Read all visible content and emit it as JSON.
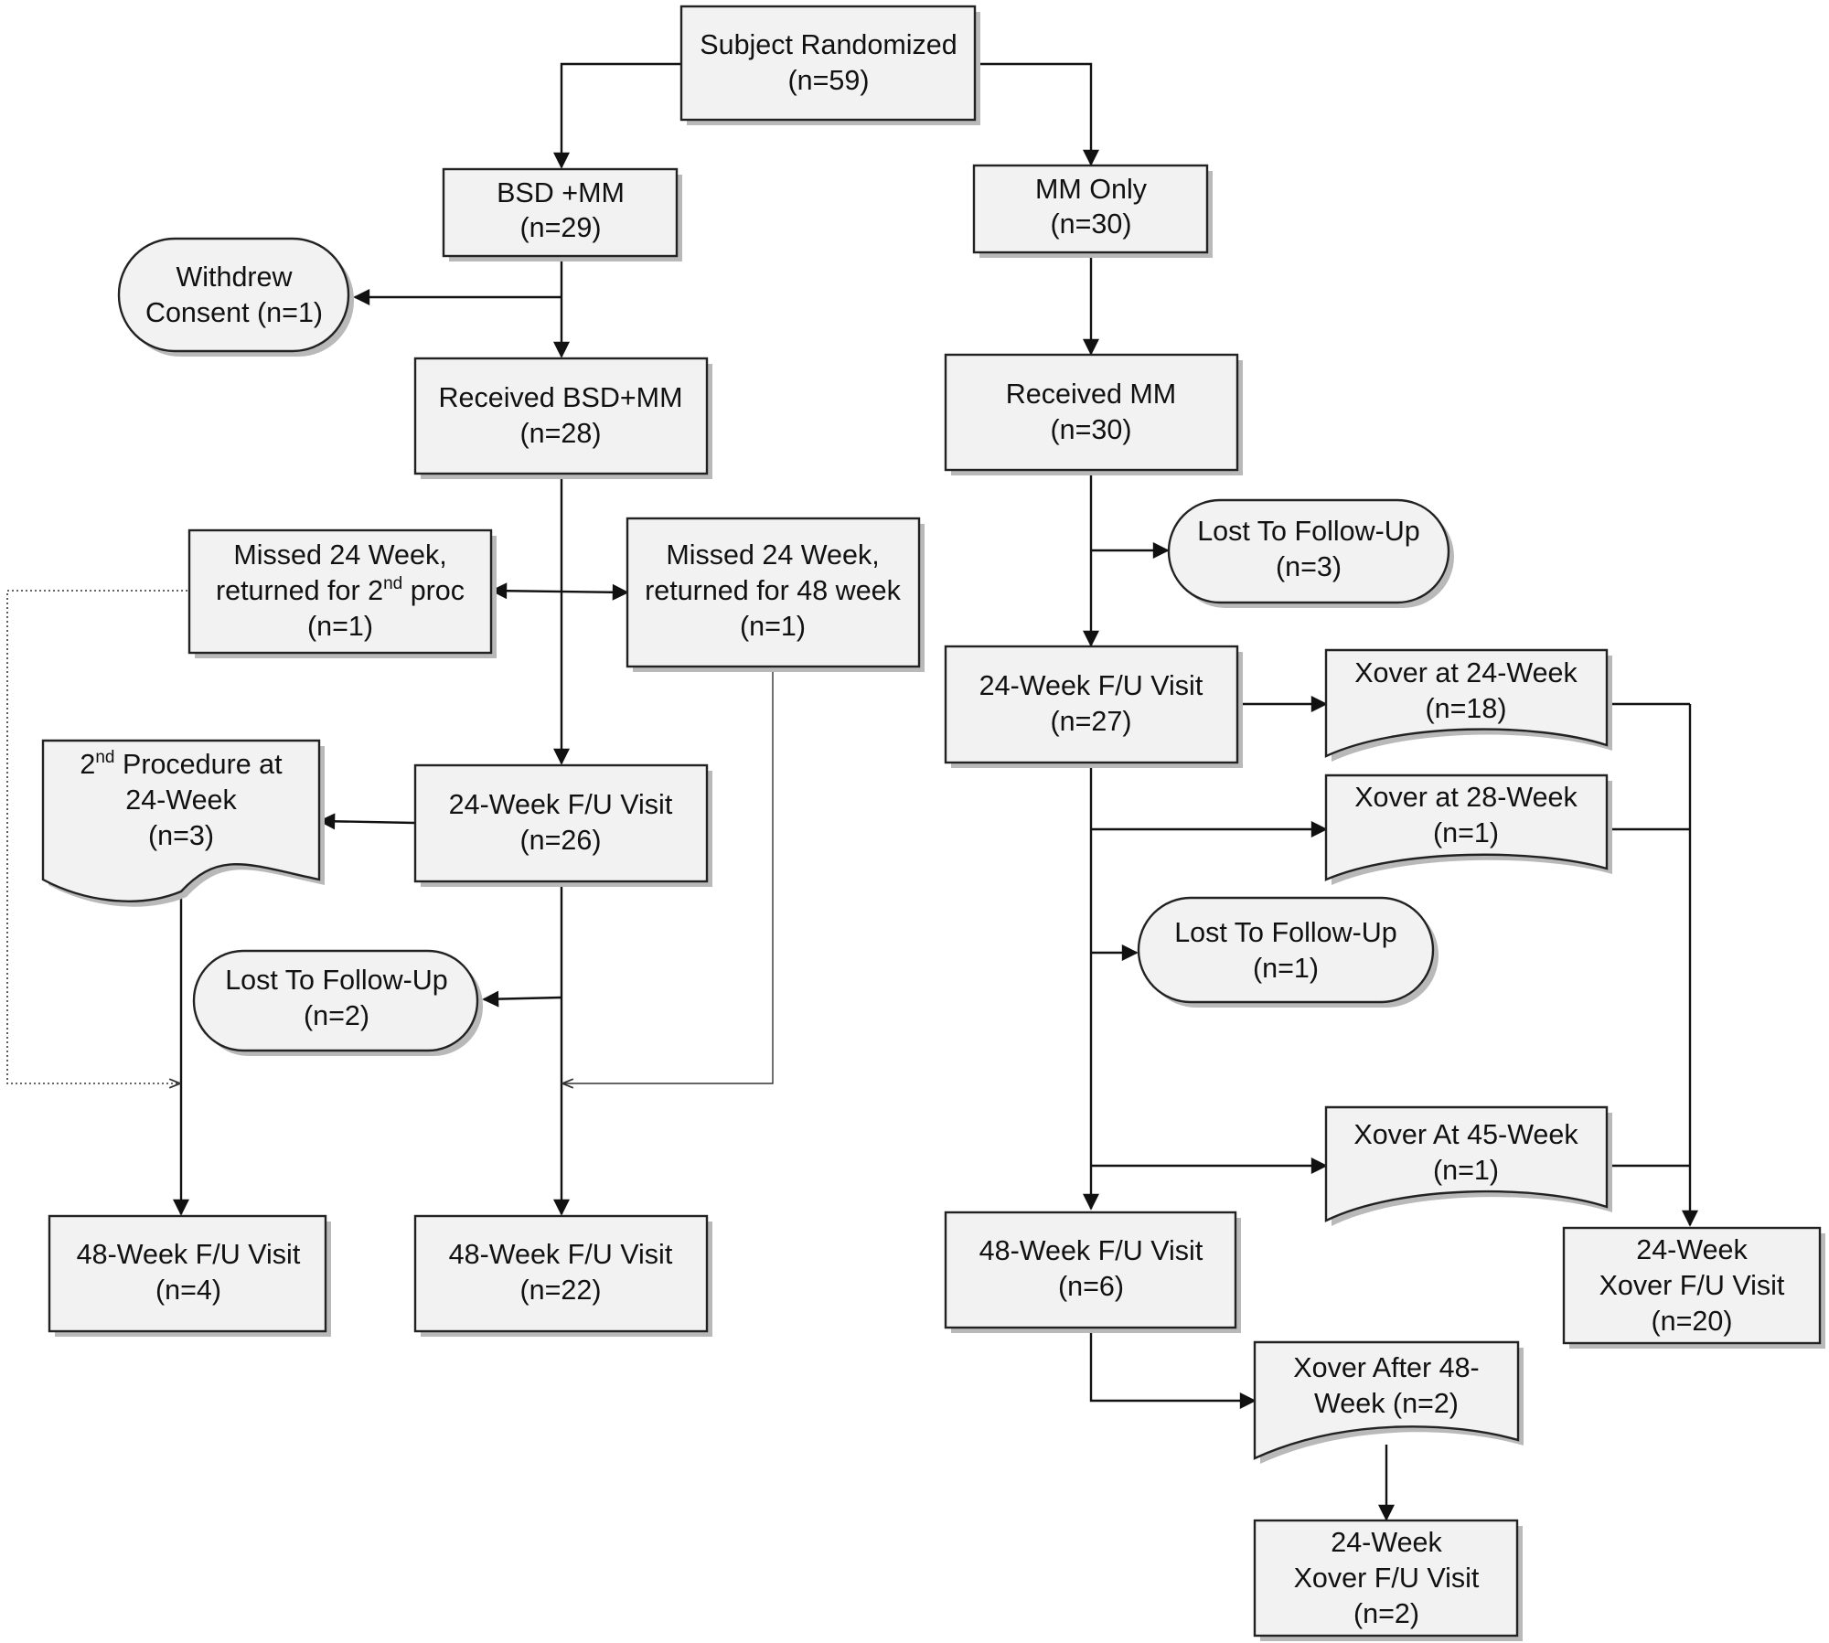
{
  "nodes": {
    "randomized": {
      "line1": "Subject Randomized",
      "line2": "(n=59)"
    },
    "bsd_mm": {
      "line1": "BSD +MM",
      "line2": "(n=29)"
    },
    "mm_only": {
      "line1": "MM Only",
      "line2": "(n=30)"
    },
    "withdrew": {
      "line1": "Withdrew",
      "line2": "Consent (n=1)"
    },
    "received_bsd": {
      "line1": "Received BSD+MM",
      "line2": "(n=28)"
    },
    "received_mm": {
      "line1": "Received MM",
      "line2": "(n=30)"
    },
    "lost_mm_1": {
      "line1": "Lost To Follow-Up",
      "line2": "(n=3)"
    },
    "missed_2nd": {
      "line1": "Missed 24 Week,",
      "line2_pre": "returned for 2",
      "line2_sup": "nd",
      "line2_post": " proc",
      "line3": "(n=1)"
    },
    "missed_48": {
      "line1": "Missed 24 Week,",
      "line2": "returned for 48 week",
      "line3": "(n=1)"
    },
    "mm_24wk": {
      "line1": "24-Week F/U Visit",
      "line2": "(n=27)"
    },
    "xover_24": {
      "line1": "Xover at 24-Week",
      "line2": "(n=18)"
    },
    "second_proc": {
      "line1_pre": "2",
      "line1_sup": "nd",
      "line1_post": " Procedure at",
      "line2": "24-Week",
      "line3": "(n=3)"
    },
    "bsd_24wk": {
      "line1": "24-Week F/U Visit",
      "line2": "(n=26)"
    },
    "xover_28": {
      "line1": "Xover at 28-Week",
      "line2": "(n=1)"
    },
    "lost_mm_2": {
      "line1": "Lost To Follow-Up",
      "line2": "(n=1)"
    },
    "lost_bsd": {
      "line1": "Lost To Follow-Up",
      "line2": "(n=2)"
    },
    "xover_45": {
      "line1": "Xover At 45-Week",
      "line2": "(n=1)"
    },
    "left_48wk": {
      "line1": "48-Week F/U Visit",
      "line2": "(n=4)"
    },
    "bsd_48wk": {
      "line1": "48-Week F/U Visit",
      "line2": "(n=22)"
    },
    "mm_48wk": {
      "line1": "48-Week F/U Visit",
      "line2": "(n=6)"
    },
    "xover_fu_20": {
      "line1": "24-Week",
      "line2": "Xover F/U Visit",
      "line3": "(n=20)"
    },
    "xover_after_48": {
      "line1": "Xover After 48-",
      "line2": "Week (n=2)"
    },
    "xover_fu_2": {
      "line1": "24-Week",
      "line2": "Xover F/U Visit",
      "line3": "(n=2)"
    }
  }
}
